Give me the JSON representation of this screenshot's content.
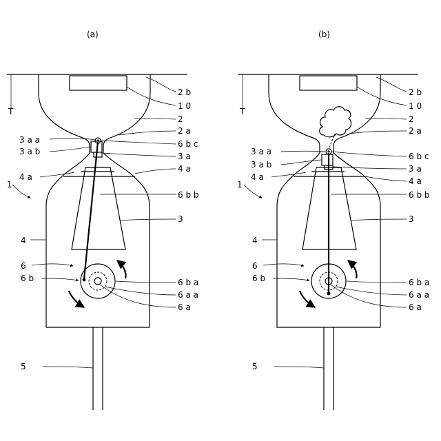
{
  "panels": [
    {
      "caption": "(a)",
      "labels": {
        "2b": "2 b",
        "10": "1 0",
        "2": "2",
        "2a": "2 a",
        "3aa": "3 a a",
        "3ab": "3 a b",
        "6bc": "6 b c",
        "3a": "3 a",
        "4a_left": "4 a",
        "4a_right": "4 a",
        "1": "1",
        "6bb": "6 b b",
        "3": "3",
        "4": "4",
        "6": "6",
        "6b": "6 b",
        "6ba": "6 b a",
        "6aa": "6 a a",
        "6a": "6 a",
        "5": "5"
      }
    },
    {
      "caption": "(b)",
      "labels": {
        "2b": "2 b",
        "10": "1 0",
        "2": "2",
        "2a": "2 a",
        "3aa": "3 a a",
        "3ab": "3 a b",
        "6bc": "6 b c",
        "3a": "3 a",
        "4a_left": "4 a",
        "4a_right": "4 a",
        "1": "1",
        "6bb": "6 b b",
        "3": "3",
        "4": "4",
        "6": "6",
        "6b": "6 b",
        "6ba": "6 b a",
        "6aa": "6 a a",
        "6a": "6 a",
        "5": "5"
      }
    }
  ],
  "ceiling_symbol": "T"
}
